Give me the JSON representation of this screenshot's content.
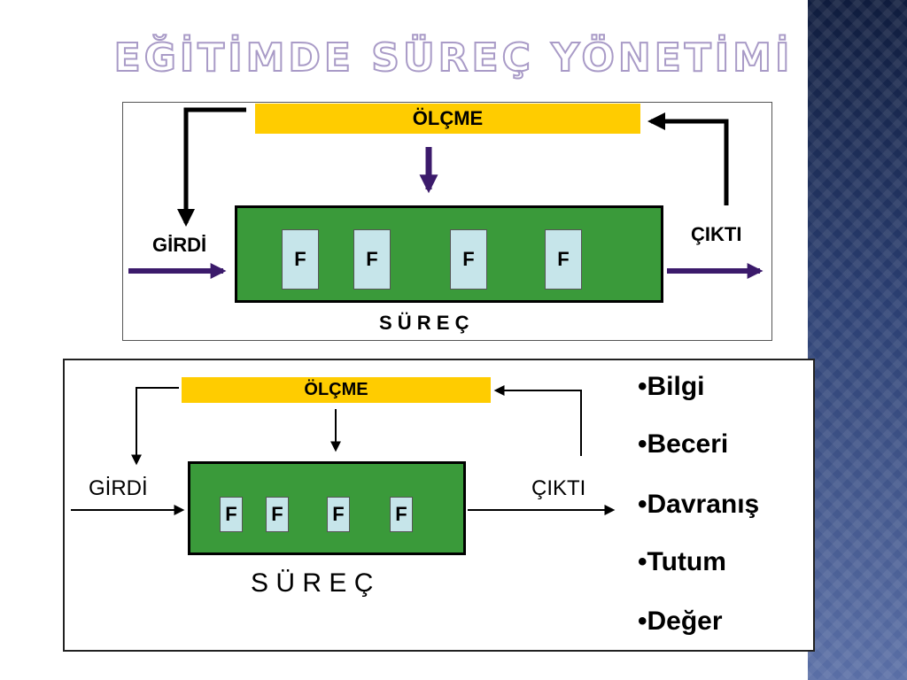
{
  "title": "EĞİTİMDE SÜREÇ YÖNETİMİ",
  "diagram_top": {
    "measure_label": "ÖLÇME",
    "input_label": "GİRDİ",
    "output_label": "ÇIKTI",
    "process_label": "S Ü R E Ç",
    "functions": [
      "F",
      "F",
      "F",
      "F"
    ]
  },
  "diagram_bottom": {
    "measure_label": "ÖLÇME",
    "input_label": "GİRDİ",
    "output_label": "ÇIKTI",
    "process_label": "S Ü R E Ç",
    "functions": [
      "F",
      "F",
      "F",
      "F"
    ]
  },
  "outputs_list": [
    "•Bilgi",
    "•Beceri",
    "•Davranış",
    "•Tutum",
    "•Değer"
  ],
  "colors": {
    "measure": "#ffcc00",
    "process": "#3a9a3a",
    "function_box": "#c6e5ea",
    "arrow_top": "#3b1a6b"
  }
}
